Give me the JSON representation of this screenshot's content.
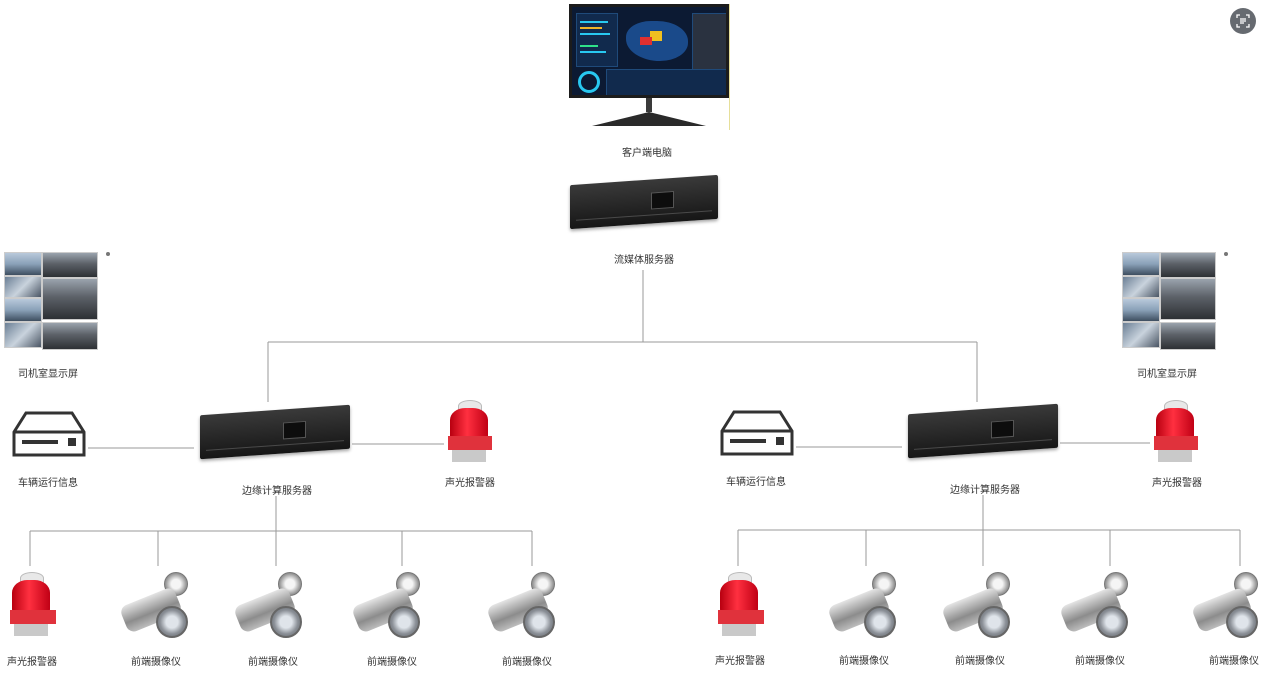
{
  "nodes": {
    "client_pc": "客户端电脑",
    "media_server": "流媒体服务器",
    "driver_display_left": "司机室显示屏",
    "driver_display_right": "司机室显示屏",
    "vehicle_info_left": "车辆运行信息",
    "vehicle_info_right": "车辆运行信息",
    "edge_server_left": "边缘计算服务器",
    "edge_server_right": "边缘计算服务器",
    "alarm_left": "声光报警器",
    "alarm_right": "声光报警器"
  },
  "bottom_left": [
    "声光报警器",
    "前端摄像仪",
    "前端摄像仪",
    "前端摄像仪",
    "前端摄像仪"
  ],
  "bottom_right": [
    "声光报警器",
    "前端摄像仪",
    "前端摄像仪",
    "前端摄像仪",
    "前端摄像仪"
  ],
  "icons": {
    "top_right": "screenshot-scan-icon"
  },
  "colors": {
    "wire": "#9a9a9a",
    "alarm_red": "#e0323c",
    "screen_bg": "#0c1a33"
  }
}
